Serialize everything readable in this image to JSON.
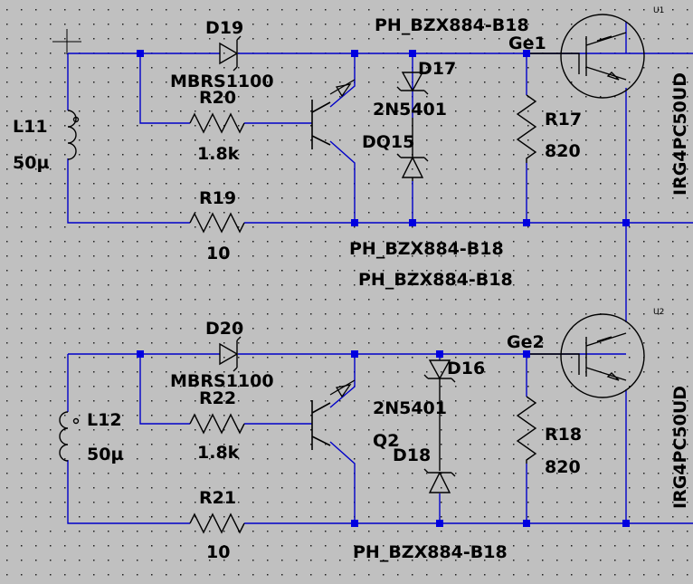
{
  "colors": {
    "background": "#c0c0c0",
    "wire": "#0000c8",
    "junction": "#0000e0",
    "text": "#000000"
  },
  "upper_stage": {
    "diode_top": {
      "ref": "D19",
      "model": "MBRS1100"
    },
    "inductor": {
      "ref": "L11",
      "value": "50µ"
    },
    "base_resistor": {
      "ref": "R20",
      "value": "1.8k"
    },
    "emitter_resistor": {
      "ref": "R19",
      "value": "10"
    },
    "transistor": {
      "model": "2N5401",
      "ref_overlap": "DQ15"
    },
    "zener_top": {
      "ref": "D17",
      "model": "PH_BZX884-B18"
    },
    "zener_bottom_model": "PH_BZX884-B18",
    "gate_resistor": {
      "ref": "R17",
      "value": "820"
    },
    "net_label": "Ge1",
    "igbt": {
      "ref": "U1",
      "model": "IRG4PC50UD"
    }
  },
  "lower_stage": {
    "diode_top": {
      "ref": "D20",
      "model": "MBRS1100"
    },
    "inductor": {
      "ref": "L12",
      "value": "50µ"
    },
    "base_resistor": {
      "ref": "R22",
      "value": "1.8k"
    },
    "emitter_resistor": {
      "ref": "R21",
      "value": "10"
    },
    "transistor": {
      "model": "2N5401",
      "ref": "Q2"
    },
    "zener_top": {
      "ref": "D16",
      "model": "PH_BZX884-B18"
    },
    "zener_bottom": {
      "ref": "D18",
      "model": "PH_BZX884-B18"
    },
    "gate_resistor": {
      "ref": "R18",
      "value": "820"
    },
    "net_label": "Ge2",
    "igbt": {
      "ref": "U2",
      "model": "IRG4PC50UD"
    }
  }
}
